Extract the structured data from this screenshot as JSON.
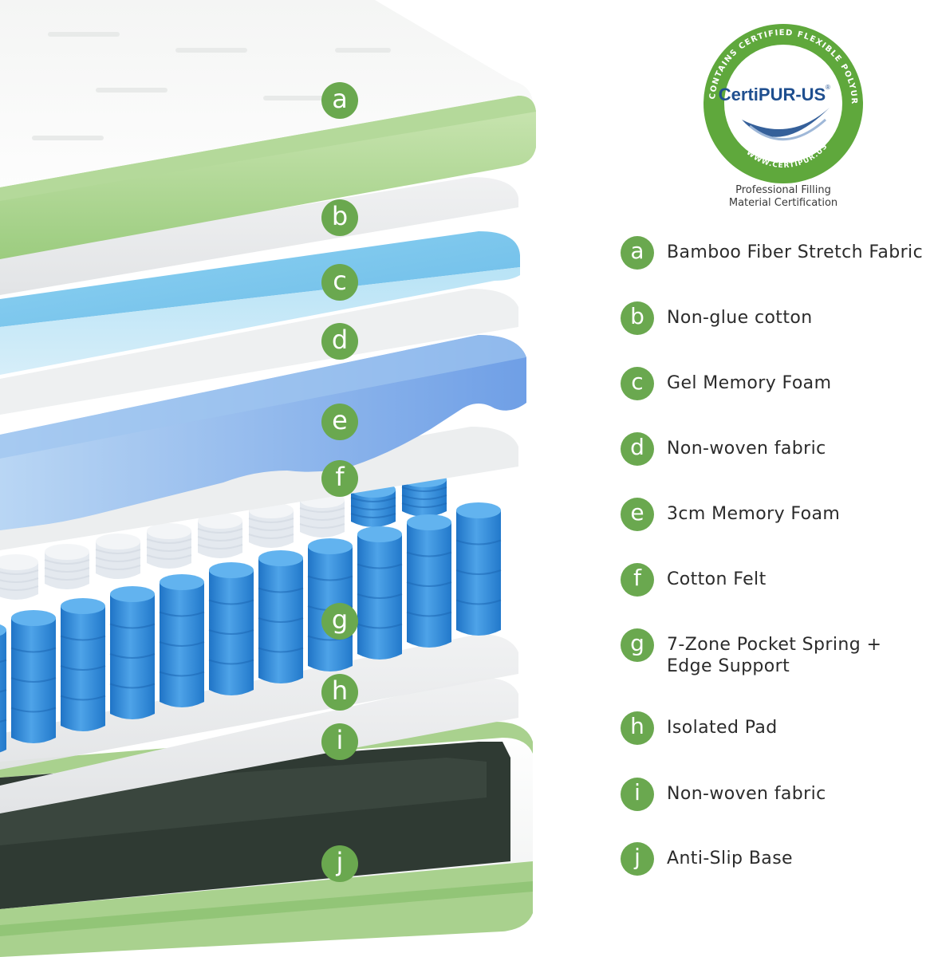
{
  "colors": {
    "accent_green": "#6aa84f",
    "trim_green": "#a9d18e",
    "spring_blue": "#3a8fd8",
    "foam_blue": "#7cc3ec",
    "logo_blue": "#1f4f8f"
  },
  "certification": {
    "logo_text": "CertiPUR-US",
    "logo_registered": "®",
    "ring_text": "CONTAINS CERTIFIED FLEXIBLE POLYURETHANE FOAM",
    "url_text": "WWW.CERTIPUR.US",
    "caption_line1": "Professional Filling",
    "caption_line2": "Material Certification"
  },
  "layers": [
    {
      "letter": "a",
      "label": "Bamboo Fiber Stretch Fabric"
    },
    {
      "letter": "b",
      "label": "Non-glue cotton"
    },
    {
      "letter": "c",
      "label": "Gel Memory Foam"
    },
    {
      "letter": "d",
      "label": "Non-woven fabric"
    },
    {
      "letter": "e",
      "label": "3cm Memory Foam"
    },
    {
      "letter": "f",
      "label": "Cotton Felt"
    },
    {
      "letter": "g",
      "label": "7-Zone Pocket Spring +",
      "label_line2": "Edge Support"
    },
    {
      "letter": "h",
      "label": "Isolated Pad"
    },
    {
      "letter": "i",
      "label": "Non-woven fabric"
    },
    {
      "letter": "j",
      "label": "Anti-Slip Base"
    }
  ]
}
